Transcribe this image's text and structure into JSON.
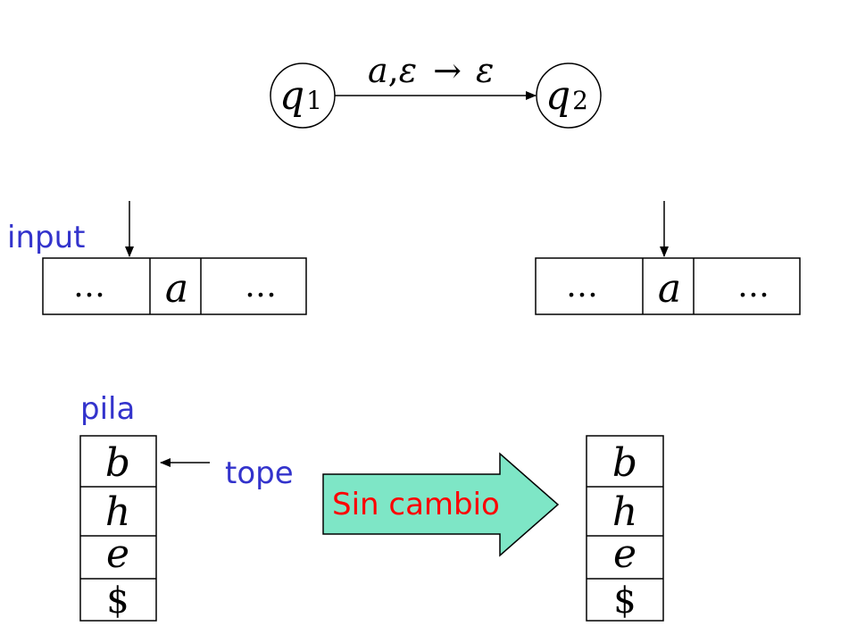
{
  "states": {
    "q1": {
      "name": "q",
      "sub": "1"
    },
    "q2": {
      "name": "q",
      "sub": "2"
    }
  },
  "transition": {
    "read": "a",
    "comma": ",",
    "pop": "ε",
    "arrow": "→",
    "push": "ε"
  },
  "labels": {
    "input": "input",
    "pila": "pila",
    "tope": "tope",
    "change": "Sin cambio"
  },
  "tape_left": [
    "…",
    "a",
    "…"
  ],
  "tape_right": [
    "…",
    "a",
    "…"
  ],
  "stack_left": [
    "b",
    "h",
    "e",
    "$"
  ],
  "stack_right": [
    "b",
    "h",
    "e",
    "$"
  ],
  "colors": {
    "label_blue": "#3333cc",
    "change_red": "#ff0000",
    "change_fill": "#7ee6c6",
    "ink": "#000000"
  }
}
